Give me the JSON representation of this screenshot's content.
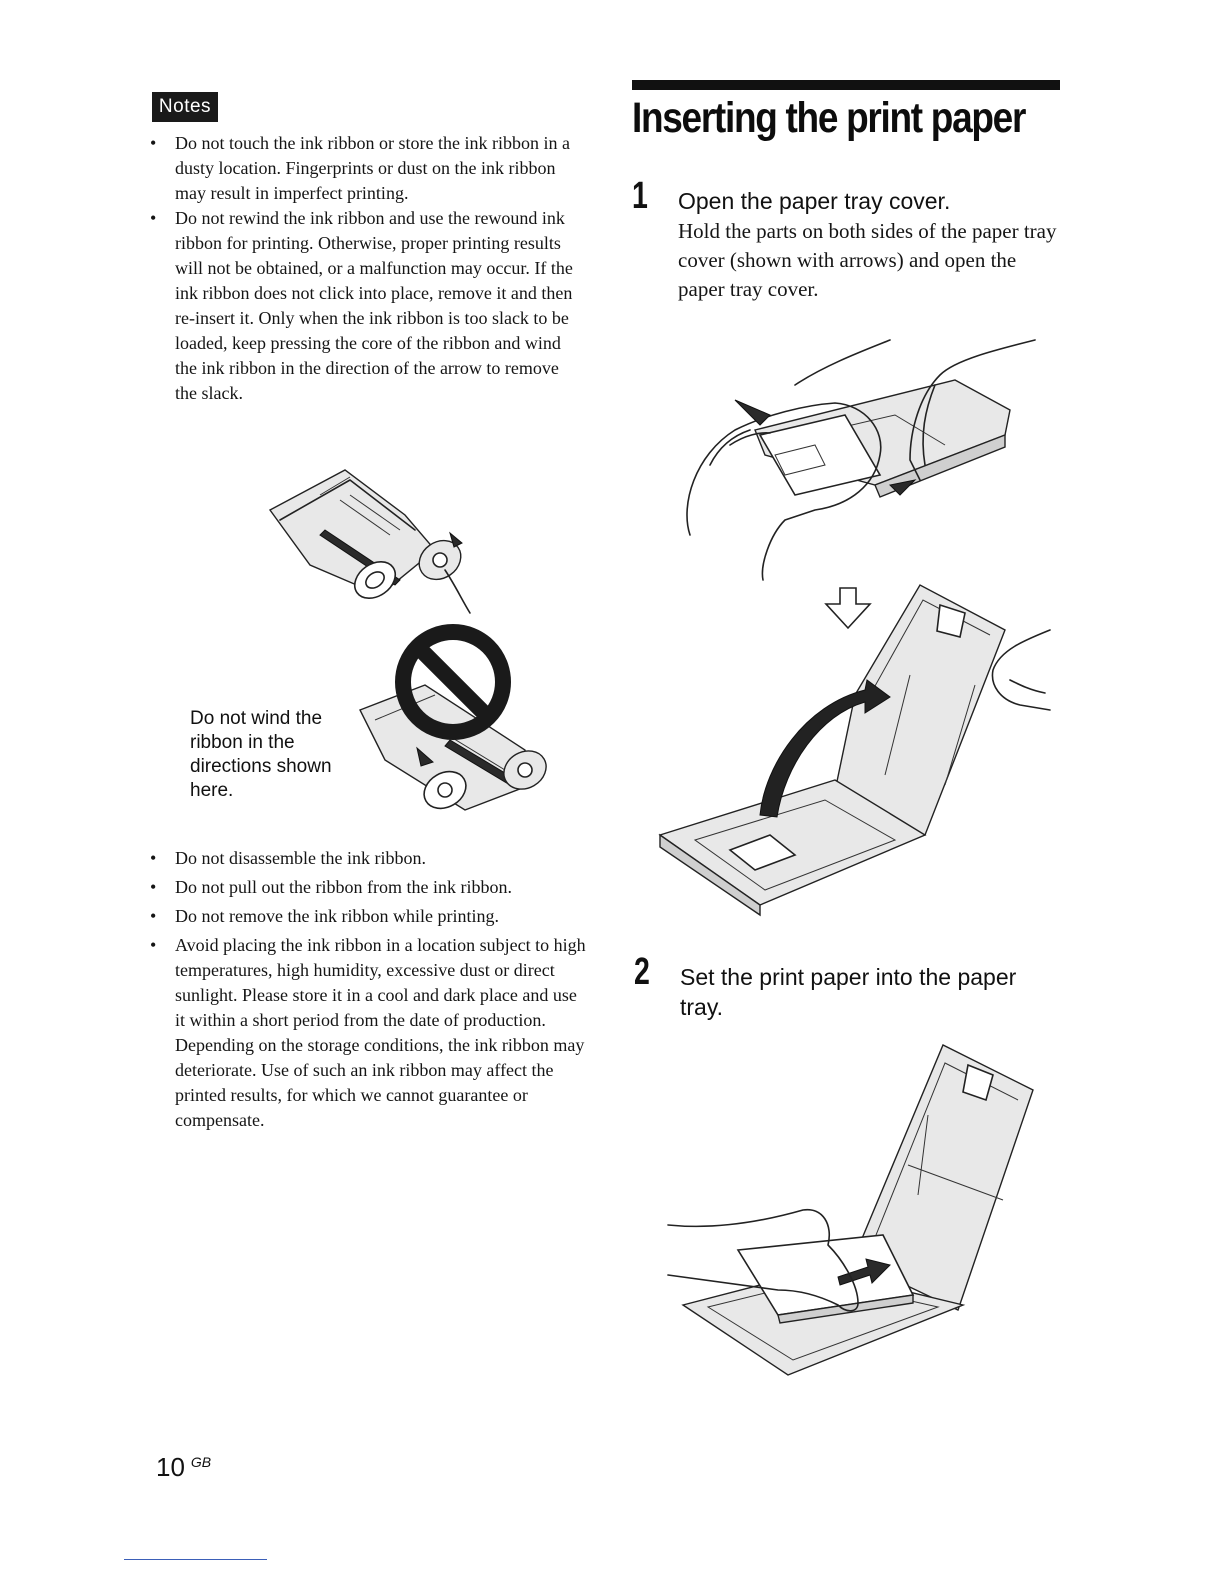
{
  "notes": {
    "label": "Notes",
    "items_top": [
      "Do not touch the ink ribbon or store the ink ribbon in a dusty location. Fingerprints or dust on the ink ribbon may result in imperfect printing.",
      "Do not rewind the ink ribbon and use the rewound ink ribbon for printing. Otherwise, proper printing results will not be obtained, or a malfunction may occur. If the ink ribbon does not click into place, remove it and then re-insert it. Only when the ink ribbon is too slack to be loaded, keep pressing the core of the ribbon and wind the ink ribbon in the direction of the arrow to remove the slack."
    ],
    "warning_caption": "Do not wind the ribbon in the directions shown here.",
    "items_bottom": [
      "Do not disassemble the ink ribbon.",
      "Do not pull out the ribbon from the ink ribbon.",
      "Do not remove the ink ribbon while printing.",
      "Avoid placing the ink ribbon in a location subject to high temperatures, high humidity, excessive dust or direct sunlight. Please store it in a cool and dark place and use it within a short period from the date of production. Depending on the storage conditions, the ink ribbon may deteriorate. Use of such an ink ribbon may affect the printed results, for which we cannot guarantee or compensate."
    ]
  },
  "section": {
    "title": "Inserting the print paper",
    "steps": [
      {
        "number": "1",
        "heading": "Open the paper tray cover.",
        "body": "Hold the parts on both sides of the paper tray cover (shown with arrows) and open the paper tray cover."
      },
      {
        "number": "2",
        "heading": "Set the print paper into the paper tray.",
        "body": ""
      }
    ]
  },
  "footer": {
    "page_number": "10",
    "page_suffix": "GB"
  }
}
